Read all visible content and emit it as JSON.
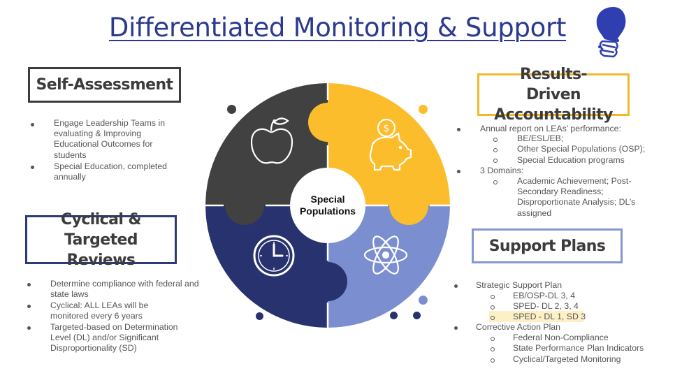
{
  "title": "Differentiated Monitoring & Support",
  "center_label": "Special\nPopulations",
  "colors": {
    "title": "#2b3a8f",
    "dark_gray": "#414141",
    "gold": "#fbbd2c",
    "light_blue": "#7b8fd0",
    "navy": "#28326e",
    "highlight": "#fdf0c6"
  },
  "icons": [
    "lightbulb-icon",
    "apple-icon",
    "piggy-bank-icon",
    "clock-icon",
    "atom-icon"
  ],
  "self_assessment": {
    "heading": "Self-Assessment",
    "bullets": [
      "Engage Leadership Teams in evaluating & Improving Educational Outcomes for students",
      "Special Education, completed annually"
    ]
  },
  "cyclical": {
    "heading": "Cyclical & Targeted Reviews",
    "bullets": [
      "Determine compliance with federal and state laws",
      "Cyclical: ALL LEAs will be monitored every 6 years",
      "Targeted-based on Determination Level (DL) and/or Significant Disproportionality (SD)"
    ]
  },
  "results": {
    "heading": "Results-Driven Accountability",
    "b1": "Annual report on LEAs’ performance:",
    "b1_sub": [
      "BE/ESL/EB;",
      "Other Special Populations (OSP);",
      "Special Education programs"
    ],
    "b2": "3 Domains:",
    "b2_sub": "Academic Achievement; Post-Secondary Readiness; Disproportionate Analysis; DL’s assigned"
  },
  "support": {
    "heading": "Support Plans",
    "b1": "Strategic Support Plan",
    "b1_sub": [
      "EB/OSP-DL 3, 4",
      "SPED- DL 2, 3, 4",
      "SPED - DL 1, SD 3"
    ],
    "b2": "Corrective Action Plan",
    "b2_sub": [
      "Federal Non-Compliance",
      "State Performance Plan Indicators",
      "Cyclical/Targeted Monitoring"
    ]
  }
}
